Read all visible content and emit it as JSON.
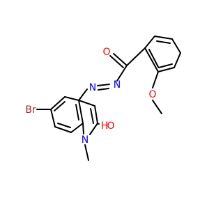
{
  "molecule": {
    "atoms": {
      "o_carbonyl": {
        "label": "O",
        "color": "#ff0000"
      },
      "n_a": {
        "label": "N",
        "color": "#0000ff"
      },
      "n_b": {
        "label": "N",
        "color": "#0000ff"
      },
      "o_methoxy": {
        "label": "O",
        "color": "#ff0000"
      },
      "br": {
        "label": "Br",
        "color": "#a52a2a"
      },
      "oh_o": {
        "label": "O",
        "color": "#ff0000"
      },
      "oh_h": {
        "label": "H",
        "color": "#ff0000"
      },
      "n_ring": {
        "label": "N",
        "color": "#0000ff"
      }
    },
    "bond_color": "#000000"
  }
}
